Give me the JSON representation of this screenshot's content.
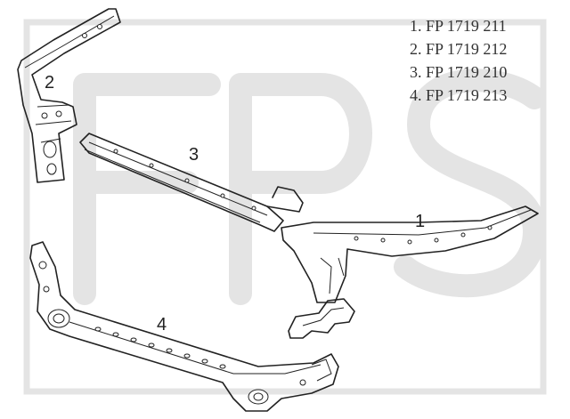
{
  "parts_list": [
    "1. FP 1719 211",
    "2. FP 1719 212",
    "3. FP 1719 210",
    "4. FP 1719 213"
  ],
  "callouts": {
    "part_1": "1",
    "part_2": "2",
    "part_3": "3",
    "part_4": "4"
  },
  "colors": {
    "line": "#222222",
    "text": "#333333",
    "watermark": "#e4e4e4",
    "background": "#ffffff"
  }
}
